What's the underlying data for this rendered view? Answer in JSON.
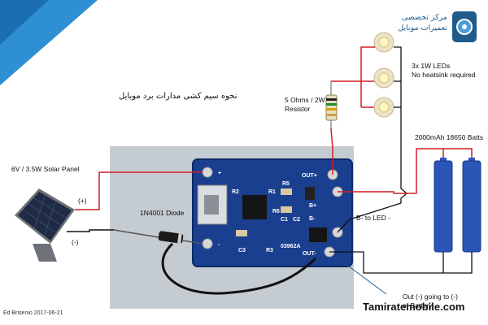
{
  "title_fa": "نحوه سیم کشی مدارات برد موبایل",
  "brand": {
    "line1": "مرکز تخصصی",
    "line2": "تعمیرات موبایل",
    "color": "#1f5c8b"
  },
  "labels": {
    "solar_panel": "6V / 3.5W Solar Panel",
    "plus": "(+)",
    "minus": "(-)",
    "diode": "1N4001 Diode",
    "resistor_line1": "5 Ohms / 2W",
    "resistor_line2": "Resistor",
    "leds_line1": "3x 1W LEDs",
    "leds_line2": "No heatsink required",
    "batts": "2000mAh 18650 Batts",
    "b_to_led": "B- to LED -",
    "out_line1": "Out (-) going to (-)",
    "out_line2": "of Battery",
    "credit": "Ed Brisenio 2017-06-21",
    "website": "Tamiratemobile.com"
  },
  "pcb": {
    "out_plus": "OUT+",
    "b_plus": "B+",
    "b_minus": "B-",
    "out_minus": "OUT-",
    "chip": "03962A",
    "r2": "R2",
    "r1": "R1",
    "r5": "R5",
    "r3": "R3",
    "r6": "R6",
    "c1": "C1",
    "c2": "C2",
    "c3": "C3",
    "plus": "+",
    "minus": "-",
    "color": "#1b3f8f"
  },
  "colors": {
    "wire_red": "#d21f26",
    "wire_black": "#111111",
    "battery": "#2a56b8",
    "accent": "#4a9fd6"
  }
}
